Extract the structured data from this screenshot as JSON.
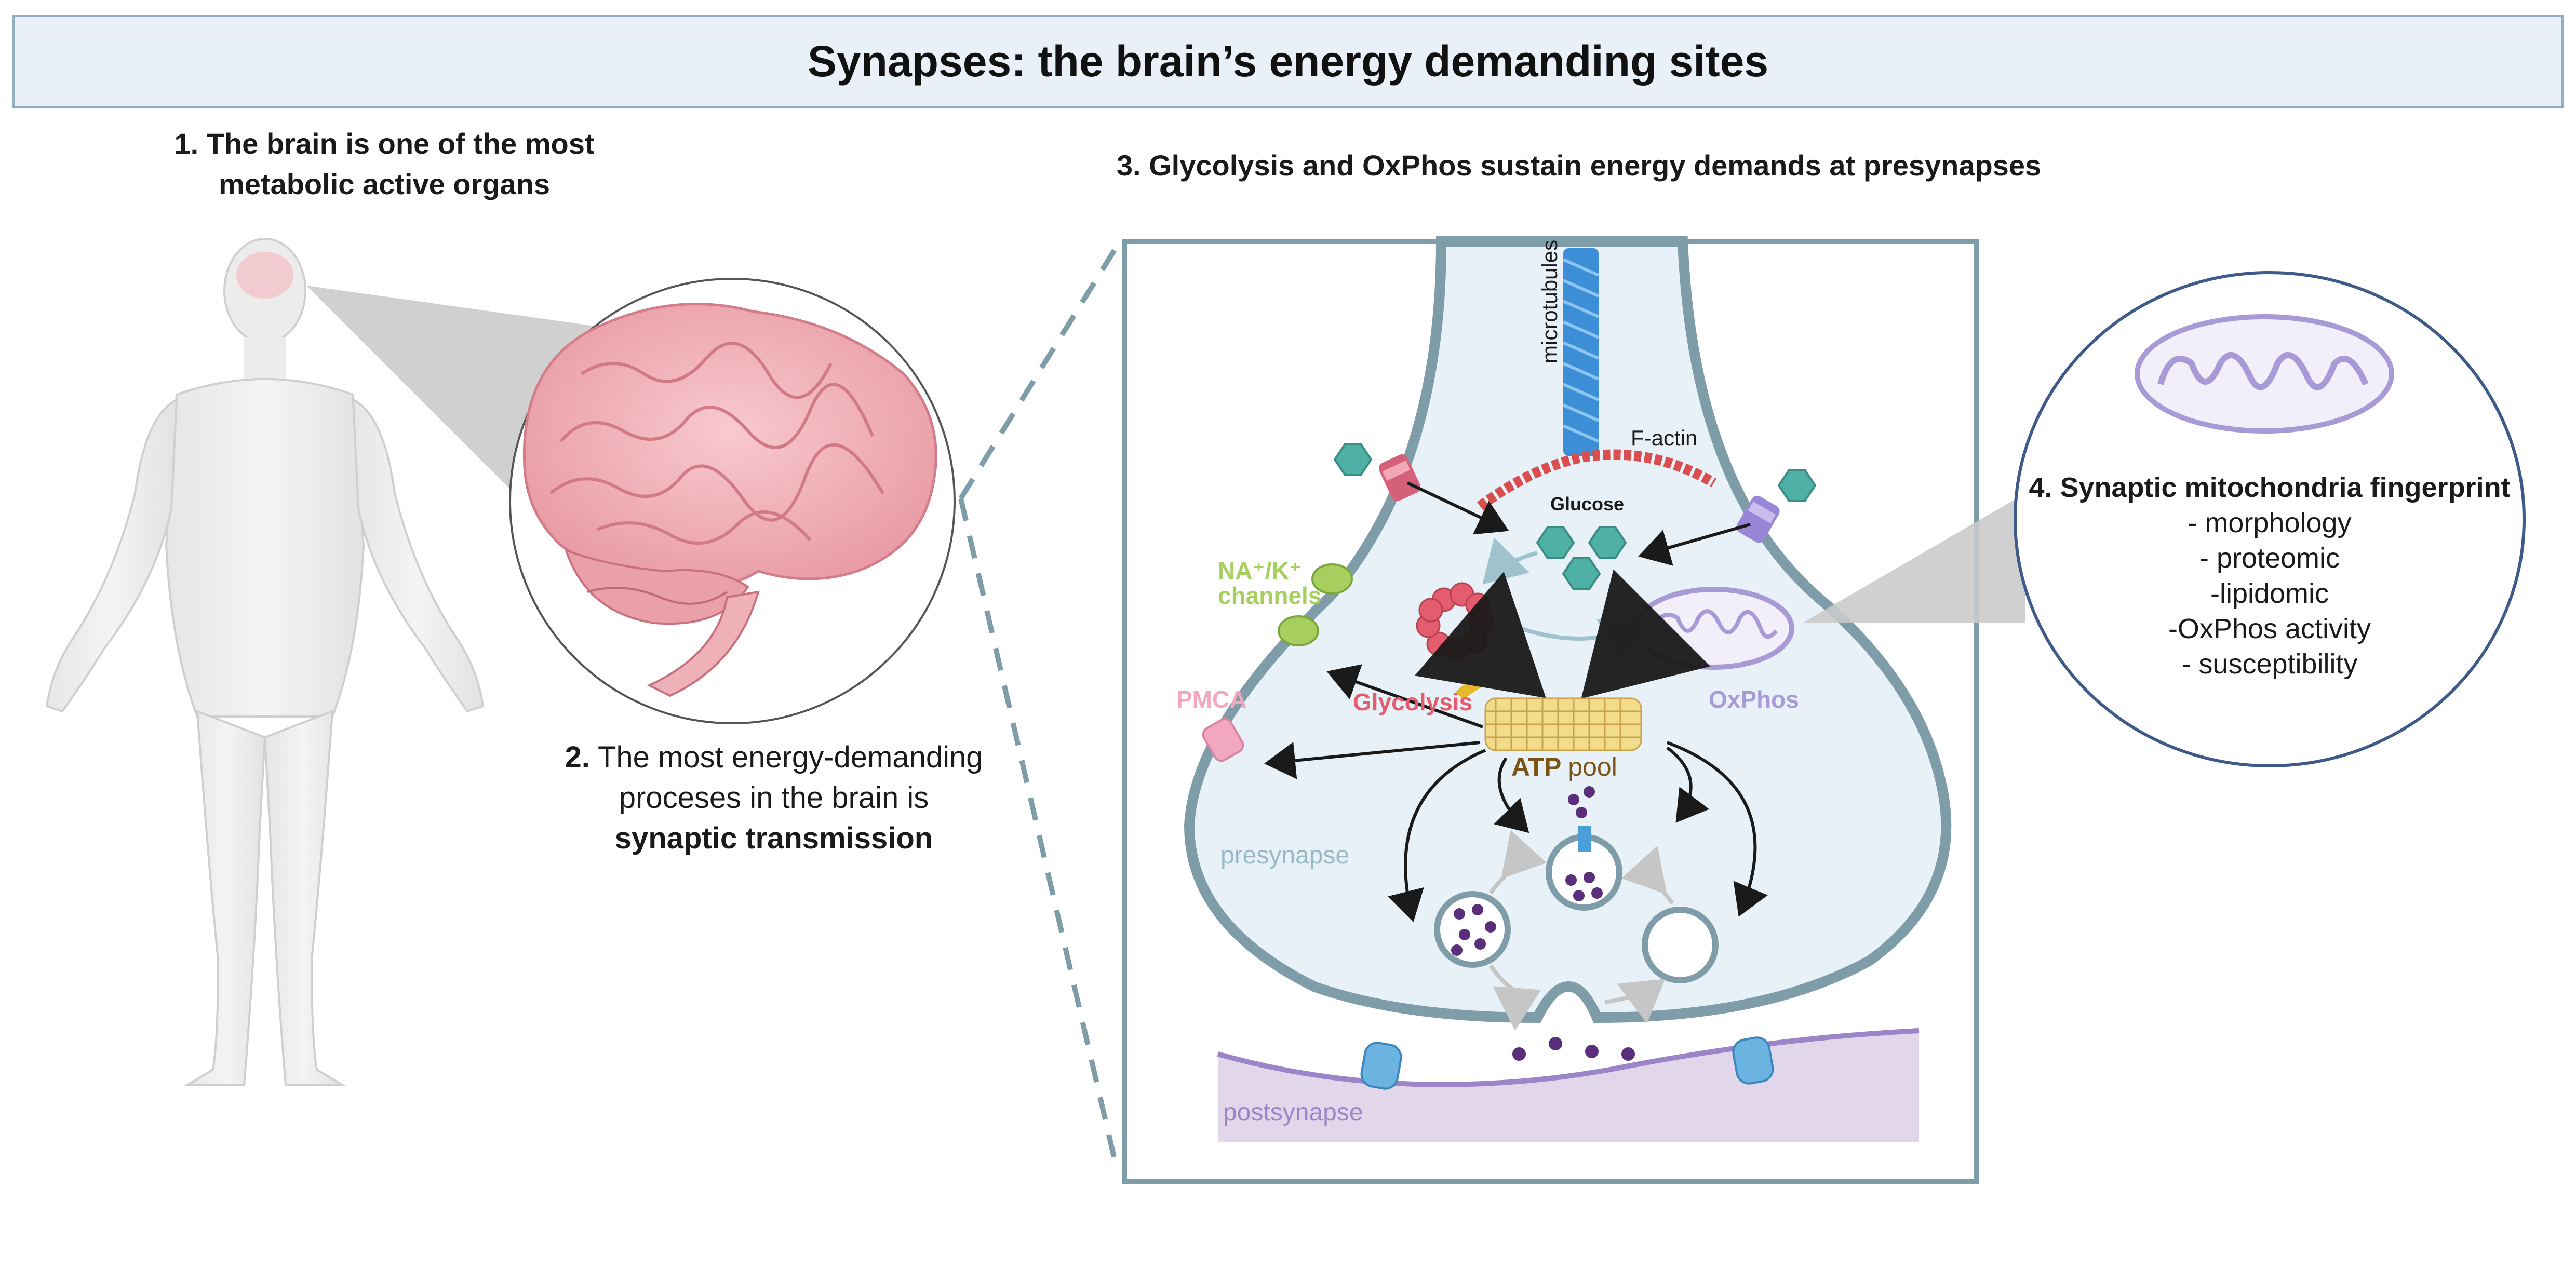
{
  "title": "Synapses: the brain’s energy demanding sites",
  "panel1": {
    "number": "1.",
    "line1": "The brain is one of the most",
    "line2": "metabolic active organs"
  },
  "panel2": {
    "number": "2.",
    "line1": "The most energy-demanding",
    "line2": "proceses in the brain is",
    "line3": "synaptic transmission"
  },
  "panel3": {
    "heading": "3. Glycolysis and OxPhos sustain energy demands at presynapses",
    "labels": {
      "microtubules": "microtubules",
      "f_actin": "F-actin",
      "glucose": "Glucose",
      "channels_line1": "NA⁺/K⁺",
      "channels_line2": "channels",
      "pmca": "PMCA",
      "glycolysis": "Glycolysis",
      "oxphos": "OxPhos",
      "atp": "ATP",
      "pool": "pool",
      "presynapse": "presynapse",
      "postsynapse": "postsynapse"
    }
  },
  "panel4": {
    "heading": "4. Synaptic mitochondria fingerprint",
    "items": [
      "- morphology",
      "- proteomic",
      "-lipidomic",
      "-OxPhos activity",
      "- susceptibility"
    ]
  },
  "colors": {
    "banner_bg": "#e9f0f8",
    "banner_border": "#93aec0",
    "presynapse_fill": "#e8f1f8",
    "presynapse_stroke": "#7e9da8",
    "postsynapse_fill": "#e2d6ea",
    "glycolysis": "#e35d6f",
    "oxphos": "#a79ad6",
    "channels": "#a6cf5f",
    "pmca": "#f2a7c0",
    "atp_text": "#7a5416",
    "atp_pool": "#f2dc8c",
    "glucose": "#4fb0a5",
    "microtubules": "#3c8fd6",
    "f_actin": "#d94f4f",
    "vesicle": "#5a2e7a",
    "mito_circle": "#3d5a88"
  },
  "icons": [
    "human-body-icon",
    "brain-icon",
    "mitochondrion-icon",
    "glucose-icon",
    "ion-channel-icon",
    "vesicle-icon",
    "receptor-icon"
  ]
}
